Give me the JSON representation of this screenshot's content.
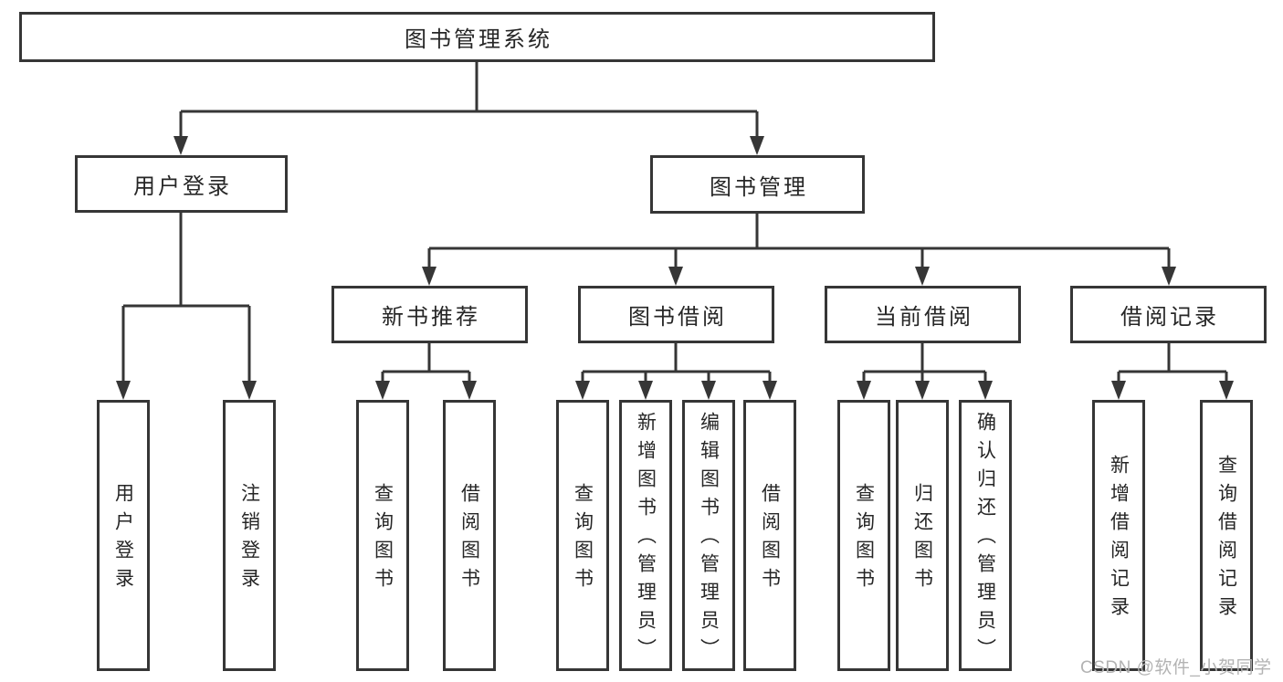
{
  "nodes": {
    "root": "图书管理系统",
    "level2": [
      "用户登录",
      "图书管理"
    ],
    "level3": [
      "新书推荐",
      "图书借阅",
      "当前借阅",
      "借阅记录"
    ],
    "leaves_user_login": [
      "用户登录",
      "注销登录"
    ],
    "leaves_new_book": [
      "查询图书",
      "借阅图书"
    ],
    "leaves_book_borrow": [
      "查询图书",
      "新增图书（管理员）",
      "编辑图书（管理员）",
      "借阅图书"
    ],
    "leaves_current_borrow": [
      "查询图书",
      "归还图书",
      "确认归还（管理员）"
    ],
    "leaves_borrow_records": [
      "新增借阅记录",
      "查询借阅记录"
    ]
  },
  "watermark": {
    "text": "CSDN @软件_小贺同学"
  },
  "colors": {
    "line": "#363636",
    "text": "#262626",
    "watermark": "#b3b3b3",
    "background": "#ffffff"
  }
}
